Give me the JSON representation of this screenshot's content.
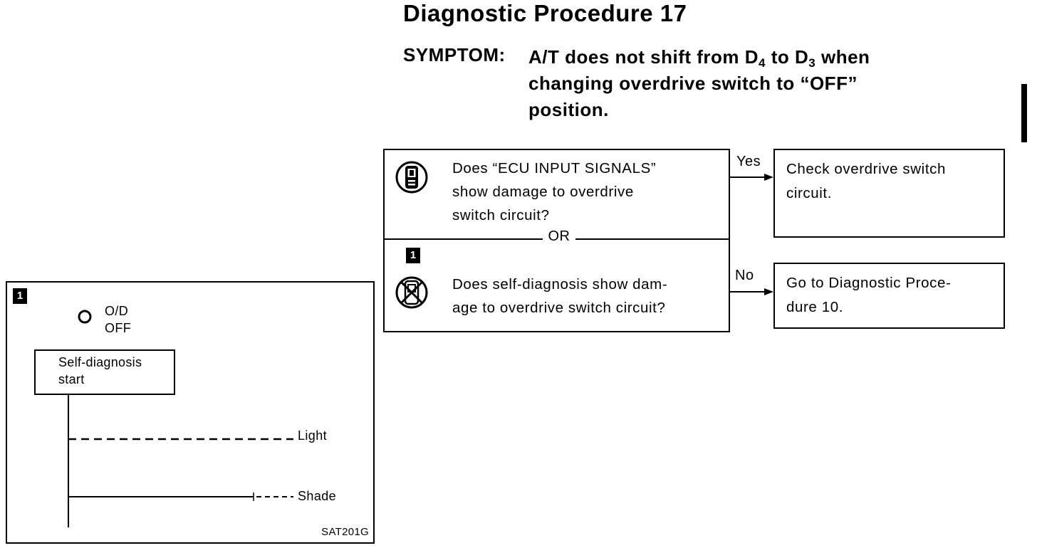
{
  "header": {
    "title": "Diagnostic Procedure 17",
    "symptom_label": "SYMPTOM:",
    "symptom_line1_a": "A/T does not shift from D",
    "symptom_line1_sub1": "4",
    "symptom_line1_b": " to D",
    "symptom_line1_sub2": "3",
    "symptom_line1_c": " when",
    "symptom_line2": "changing overdrive switch to “OFF”",
    "symptom_line3": "position."
  },
  "question": {
    "line1": "Does “ECU INPUT SIGNALS”",
    "line2": "show damage to overdrive",
    "line3": "switch circuit?",
    "or_label": "OR",
    "badge": "1",
    "line4": "Does self-diagnosis show dam-",
    "line5": "age to overdrive switch circuit?"
  },
  "branches": {
    "yes_label": "Yes",
    "no_label": "No",
    "yes_line1": "Check overdrive switch",
    "yes_line2": "circuit.",
    "no_line1": "Go to Diagnostic Proce-",
    "no_line2": "dure 10."
  },
  "diagram": {
    "badge": "1",
    "od_line1": "O/D",
    "od_line2": "OFF",
    "start_line1": "Self-diagnosis",
    "start_line2": "start",
    "light_label": "Light",
    "shade_label": "Shade",
    "figure_code": "SAT201G"
  },
  "icons": {
    "consult_tool": "hand-held-tester-icon",
    "no_tool": "no-tester-icon"
  }
}
